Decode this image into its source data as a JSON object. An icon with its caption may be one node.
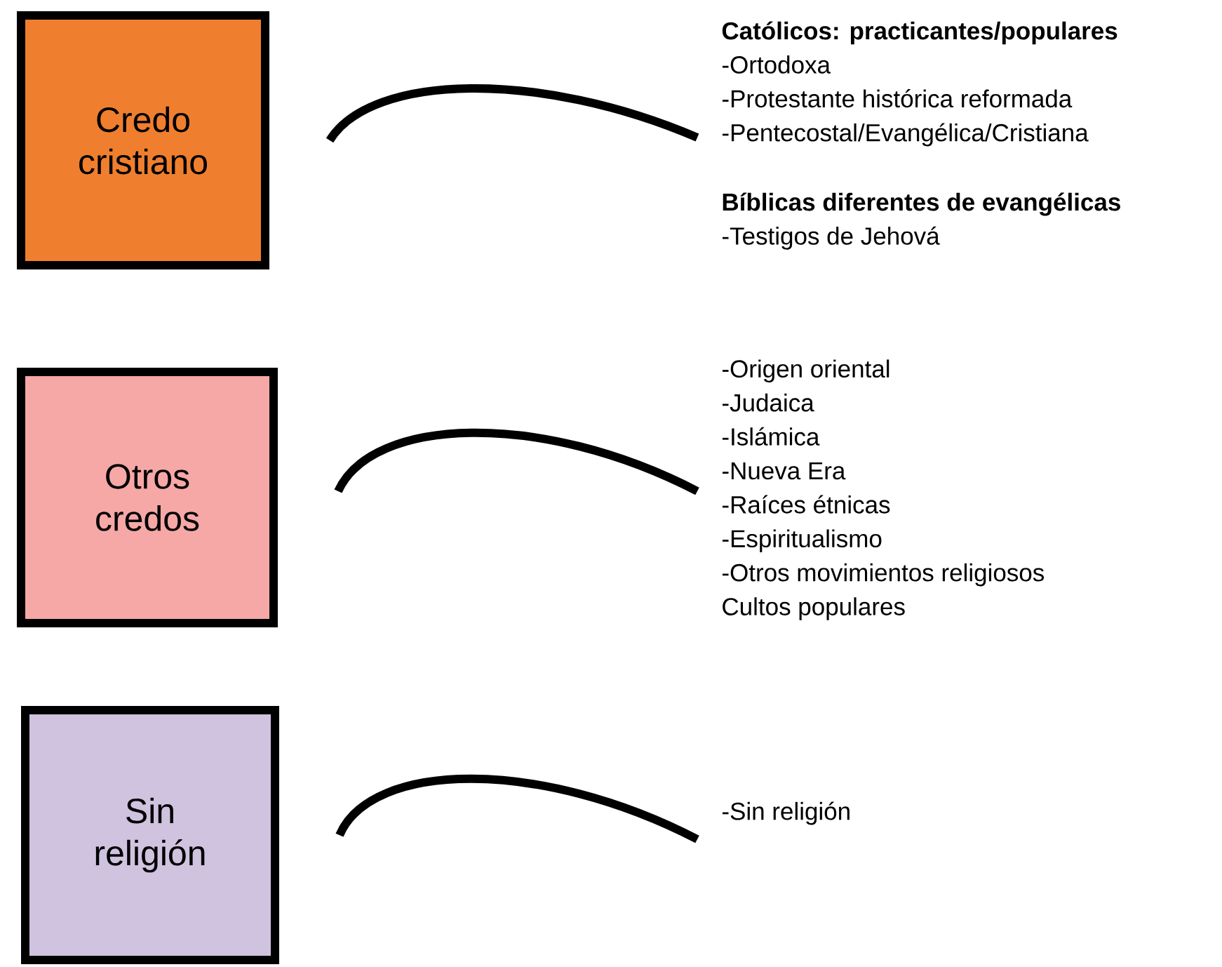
{
  "diagram": {
    "nodes": [
      {
        "text": [
          "Credo cristiano"
        ]
      },
      {
        "text": [
          "Católicos: practicantes/populares",
          "-Ortodoxa",
          "-Protestante histórica reformada",
          "-Pentecostal/Evangélica/Cristiana"
        ]
      },
      {
        "text": [
          "Bíblicas diferentes de evangélicas",
          "-Testigos de Jehová"
        ]
      },
      {
        "text": [
          "Otros credos"
        ]
      },
      {
        "text": [
          "-Origen oriental",
          "-Judaica",
          "-Islámica",
          "-Nueva Era",
          "-Raíces étnicas",
          "-Espiritualismo",
          "-Otros movimientos religiosos",
          "Cultos populares"
        ]
      },
      {
        "text": [
          "Sin religión"
        ]
      },
      {
        "text": [
          "-Sin religión"
        ]
      }
    ],
    "edges": [
      {
        "from": 0,
        "to": 1,
        "arrow": "none"
      },
      {
        "from": 3,
        "to": 4,
        "arrow": "none"
      },
      {
        "from": 5,
        "to": 6,
        "arrow": "none"
      }
    ]
  }
}
